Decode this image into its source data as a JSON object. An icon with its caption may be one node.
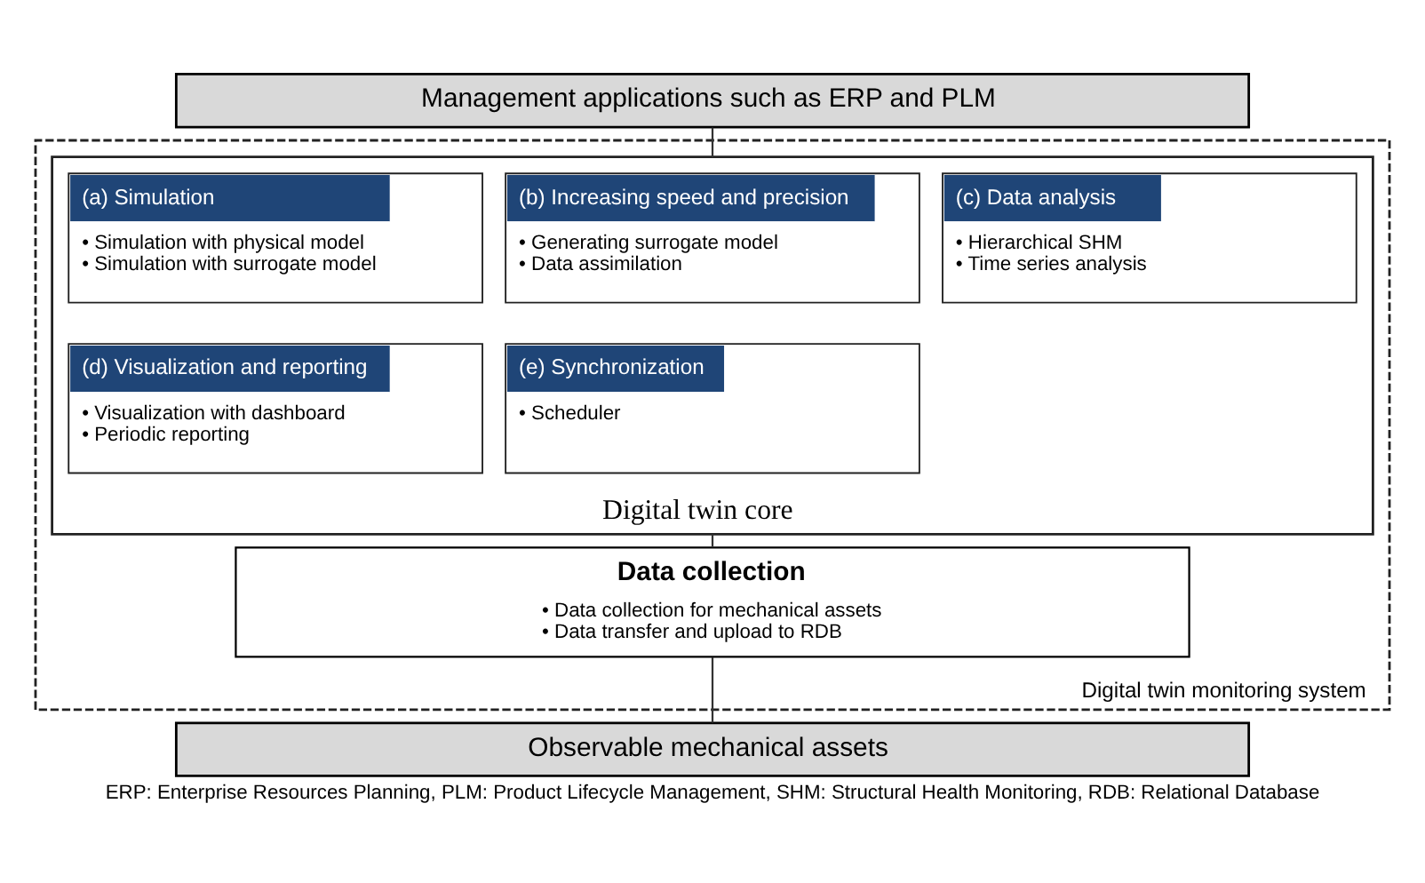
{
  "diagram": {
    "caption": "ERP: Enterprise Resources Planning, PLM: Product Lifecycle Management, SHM: Structural Health Monitoring, RDB: Relational Database",
    "nodes": [
      {
        "text": [
          "Management applications such as ERP and PLM"
        ]
      },
      {
        "text": [
          "Digital twin monitoring system"
        ]
      },
      {
        "text": [
          "Digital twin core"
        ],
        "in": 1
      },
      {
        "text": [
          "(a) Simulation",
          "• Simulation with physical model",
          "• Simulation with surrogate model"
        ],
        "in": 2
      },
      {
        "text": [
          "(b) Increasing speed and precision",
          "• Generating surrogate model",
          "• Data assimilation"
        ],
        "in": 2
      },
      {
        "text": [
          "(c) Data analysis",
          "• Hierarchical SHM",
          "• Time series analysis"
        ],
        "in": 2
      },
      {
        "text": [
          "(d) Visualization and reporting",
          "• Visualization with dashboard",
          "• Periodic reporting"
        ],
        "in": 2
      },
      {
        "text": [
          "(e) Synchronization",
          "• Scheduler"
        ],
        "in": 2
      },
      {
        "text": [
          "Data collection",
          "• Data collection for mechanical assets",
          "• Data transfer and upload to RDB"
        ],
        "in": 1
      },
      {
        "text": [
          "Observable mechanical assets"
        ]
      }
    ],
    "edges": [
      {
        "from": 0,
        "to": 2,
        "arrow": "none"
      },
      {
        "from": 2,
        "to": 8,
        "arrow": "none"
      },
      {
        "from": 8,
        "to": 9,
        "arrow": "none"
      }
    ]
  }
}
